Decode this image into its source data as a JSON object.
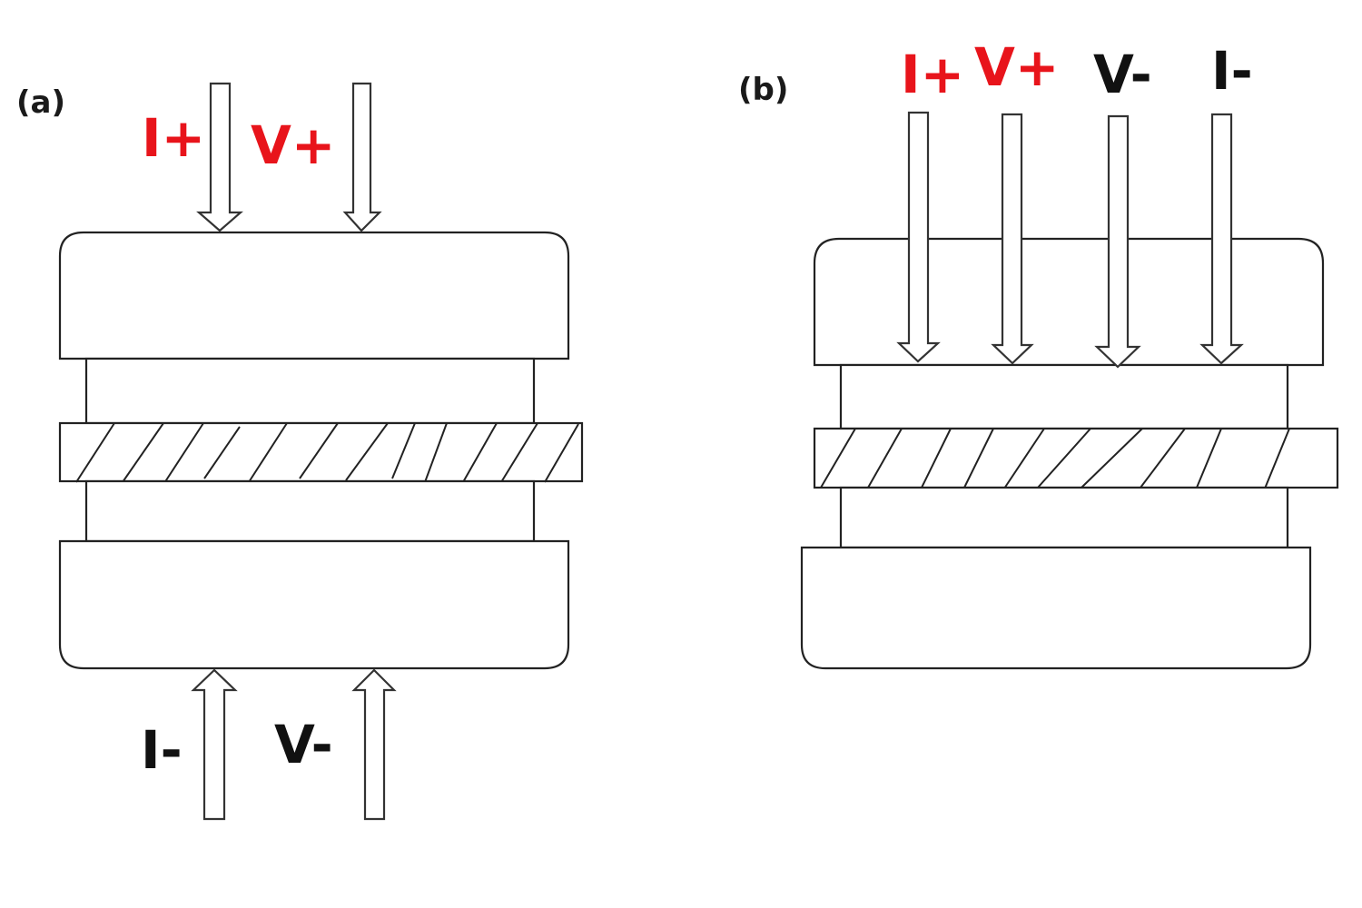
{
  "colors": {
    "positive_label": "#e8141b",
    "negative_label": "#111111",
    "outline": "#222222"
  },
  "panels": [
    {
      "id": "a",
      "label": "(a)",
      "terminals": [
        {
          "text": "I+",
          "side": "top",
          "polarity": "positive"
        },
        {
          "text": "V+",
          "side": "top",
          "polarity": "positive"
        },
        {
          "text": "I-",
          "side": "bottom",
          "polarity": "negative"
        },
        {
          "text": "V-",
          "side": "bottom",
          "polarity": "negative"
        }
      ],
      "description": "Current and voltage probes on opposite electrodes (top: I+, V+; bottom: I-, V-) with hatched sample layer between two spacers"
    },
    {
      "id": "b",
      "label": "(b)",
      "terminals": [
        {
          "text": "I+",
          "side": "top",
          "polarity": "positive"
        },
        {
          "text": "V+",
          "side": "top",
          "polarity": "positive"
        },
        {
          "text": "V-",
          "side": "top",
          "polarity": "negative"
        },
        {
          "text": "I-",
          "side": "top",
          "polarity": "negative"
        }
      ],
      "description": "All four probes (I+, V+, V-, I-) on the top electrode with hatched sample layer between two spacers"
    }
  ]
}
